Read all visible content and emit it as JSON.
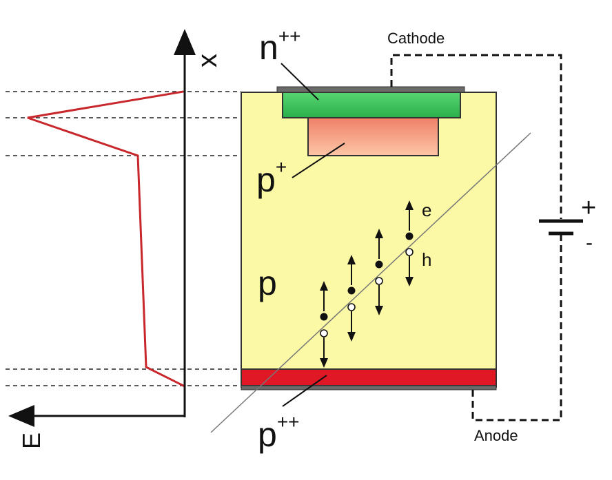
{
  "colors": {
    "substrate": "#fbf8a6",
    "n_region": "#3cc85f",
    "p_plus_top": "#f08068",
    "p_plus_bottom": "#fcc6a6",
    "p_plus_plus": "#e01826",
    "contact": "#6a6a6a",
    "field_curve": "#c8282c",
    "line": "#111111"
  },
  "labels": {
    "n_plus_plus": "n",
    "n_plus_plus_sup": "++",
    "p_plus": "p",
    "p_plus_sup": "+",
    "p": "p",
    "p_plus_plus": "p",
    "p_plus_plus_sup": "++",
    "cathode": "Cathode",
    "anode": "Anode",
    "electron": "e",
    "hole": "h",
    "battery_plus": "+",
    "battery_minus": "-",
    "axis_x": "x",
    "axis_e": "E"
  },
  "icons": {
    "battery": "battery-icon",
    "electron": "electron-dot-icon",
    "hole": "hole-circle-icon"
  }
}
